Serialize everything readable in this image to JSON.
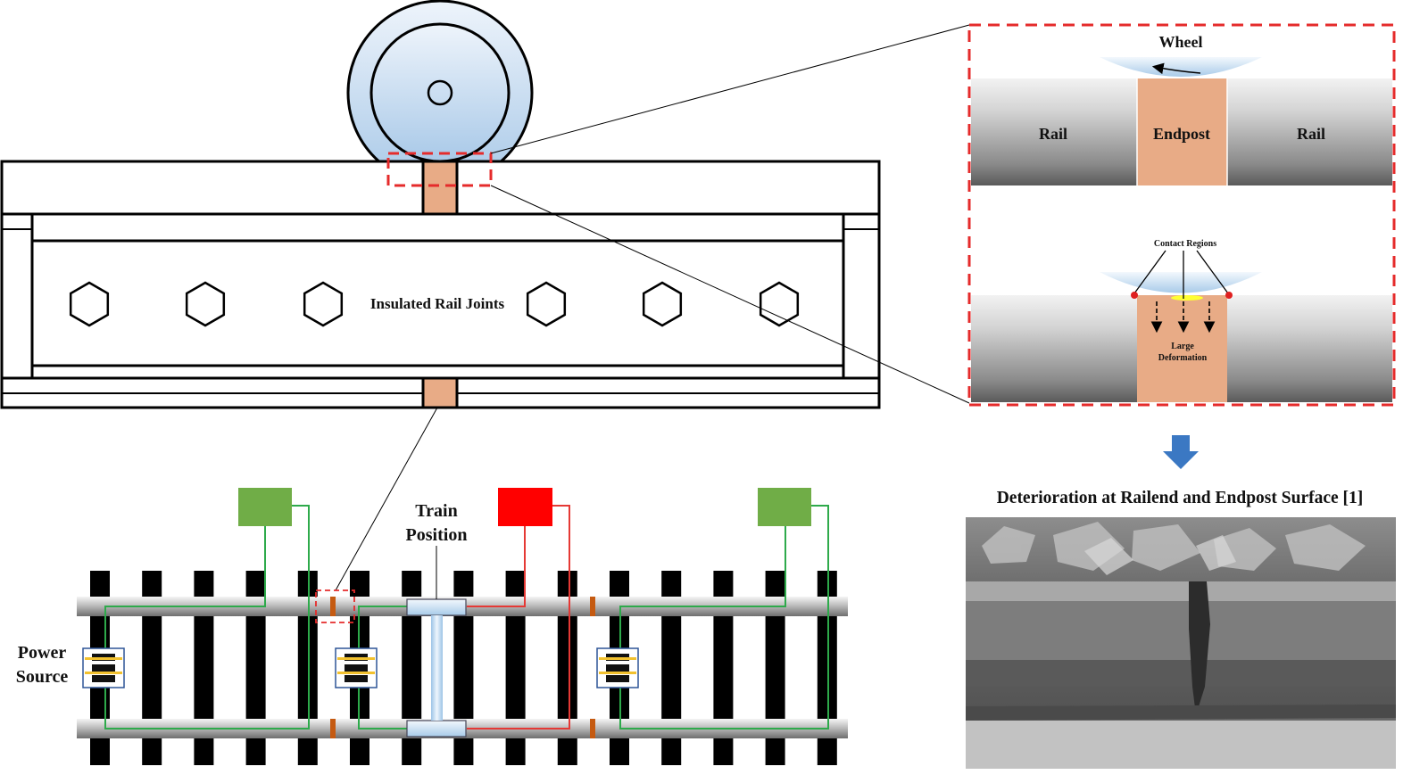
{
  "figure": {
    "labels": {
      "irj": "Insulated Rail Joints",
      "wheel": "Wheel",
      "rail_left": "Rail",
      "endpost": "Endpost",
      "rail_right": "Rail",
      "contact_regions": "Contact Regions",
      "large_1": "Large",
      "large_2": "Deformation",
      "train_1": "Train",
      "train_2": "Position",
      "power_1": "Power",
      "power_2": "Source",
      "photo_caption": "Deterioration at Railend and Endpost Surface [1]"
    },
    "signals": [
      {
        "state": "clear",
        "color": "#70ad47"
      },
      {
        "state": "occupied",
        "color": "#ff0000"
      },
      {
        "state": "clear",
        "color": "#70ad47"
      }
    ],
    "colors": {
      "endpost": "#e8ab86",
      "wheel": "#c5dcf0",
      "highlight_box": "#e52b2b",
      "circuit_clear": "#2eaa4b",
      "circuit_occupied": "#e53935",
      "arrow": "#3b78c3",
      "contact_point": "#e02020"
    }
  }
}
